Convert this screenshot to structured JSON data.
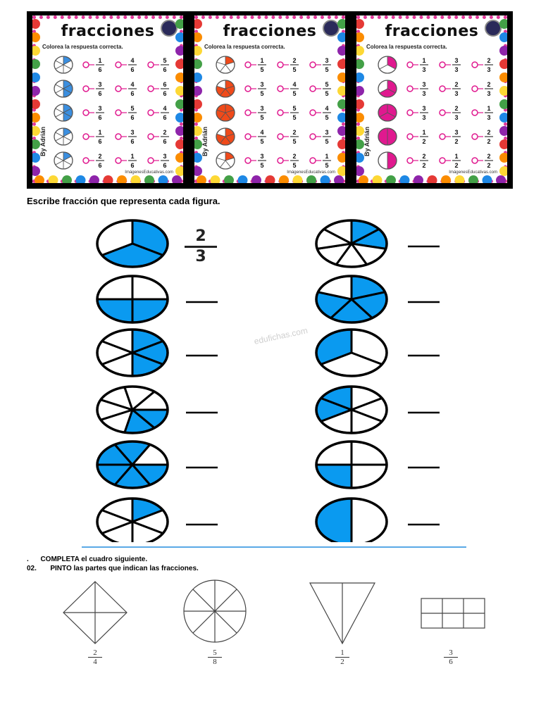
{
  "banner": {
    "cards": [
      {
        "title": "fracciones",
        "instruction": "Colorea la respuesta correcta.",
        "credit": "By Adrián",
        "footer": "ImágenesEducativas.com",
        "color": "#3b8fe0",
        "rows": [
          {
            "options": [
              "1/6",
              "4/6",
              "5/6"
            ],
            "shaded": 1
          },
          {
            "options": [
              "3/6",
              "4/6",
              "6/6"
            ],
            "shaded": 3
          },
          {
            "options": [
              "3/6",
              "5/6",
              "4/6"
            ],
            "shaded": 3
          },
          {
            "options": [
              "1/6",
              "3/6",
              "2/6"
            ],
            "shaded": 1
          },
          {
            "options": [
              "2/6",
              "1/6",
              "3/6"
            ],
            "shaded": 1
          }
        ]
      },
      {
        "title": "fracciones",
        "instruction": "Colorea la respuesta correcta.",
        "credit": "By Adrián",
        "footer": "ImágenesEducativas.com",
        "color": "#f04a1a",
        "rows": [
          {
            "options": [
              "1/5",
              "2/5",
              "3/5"
            ],
            "shaded": 1
          },
          {
            "options": [
              "3/5",
              "4/5",
              "5/5"
            ],
            "shaded": 4
          },
          {
            "options": [
              "3/5",
              "5/5",
              "4/5"
            ],
            "shaded": 5
          },
          {
            "options": [
              "4/5",
              "2/5",
              "3/5"
            ],
            "shaded": 4
          },
          {
            "options": [
              "3/5",
              "2/5",
              "1/5"
            ],
            "shaded": 1
          }
        ]
      },
      {
        "title": "fracciones",
        "instruction": "Colorea la respuesta correcta.",
        "credit": "By Adrián",
        "footer": "ImágenesEducativas.com",
        "color": "#e0198f",
        "rows": [
          {
            "options": [
              "1/3",
              "3/3",
              "2/3"
            ],
            "shaded": 1
          },
          {
            "options": [
              "3/3",
              "2/3",
              "2/3"
            ],
            "shaded": 2
          },
          {
            "options": [
              "3/3",
              "2/3",
              "1/3"
            ],
            "shaded": 3
          },
          {
            "options": [
              "1/2",
              "3/2",
              "2/2"
            ],
            "shaded": 2
          },
          {
            "options": [
              "2/2",
              "1/2",
              "2/2"
            ],
            "shaded": 1
          }
        ]
      }
    ]
  },
  "section1": {
    "heading": "Escribe fracción que representa cada figura.",
    "example_numerator": "2",
    "example_denominator": "3",
    "watermark": "edufichas.com",
    "fill_color": "#0a9af0",
    "figures": [
      {
        "column": "left",
        "row": 1,
        "parts": 3,
        "shaded": 2
      },
      {
        "column": "left",
        "row": 2,
        "parts": 4,
        "shaded": 2
      },
      {
        "column": "left",
        "row": 3,
        "parts": 6,
        "shaded": 3
      },
      {
        "column": "left",
        "row": 4,
        "parts": 7,
        "shaded": 2
      },
      {
        "column": "left",
        "row": 5,
        "parts": 6,
        "shaded": 5
      },
      {
        "column": "left",
        "row": 6,
        "parts": 6,
        "shaded": 1
      },
      {
        "column": "right",
        "row": 1,
        "parts": 7,
        "shaded": 2
      },
      {
        "column": "right",
        "row": 2,
        "parts": 5,
        "shaded": 4
      },
      {
        "column": "right",
        "row": 3,
        "parts": 3,
        "shaded": 1
      },
      {
        "column": "right",
        "row": 4,
        "parts": 6,
        "shaded": 2
      },
      {
        "column": "right",
        "row": 5,
        "parts": 4,
        "shaded": 1
      },
      {
        "column": "right",
        "row": 6,
        "parts": 2,
        "shaded": 1
      }
    ]
  },
  "section2": {
    "line1": ".      COMPLETA el cuadro siguiente.",
    "line2": "02.       PINTO las partes que indican las fracciones.",
    "shapes": [
      {
        "shape": "diamond",
        "numerator": "2",
        "denominator": "4"
      },
      {
        "shape": "circle",
        "numerator": "5",
        "denominator": "8"
      },
      {
        "shape": "triangle",
        "numerator": "1",
        "denominator": "2"
      },
      {
        "shape": "grid",
        "numerator": "3",
        "denominator": "6"
      }
    ]
  }
}
